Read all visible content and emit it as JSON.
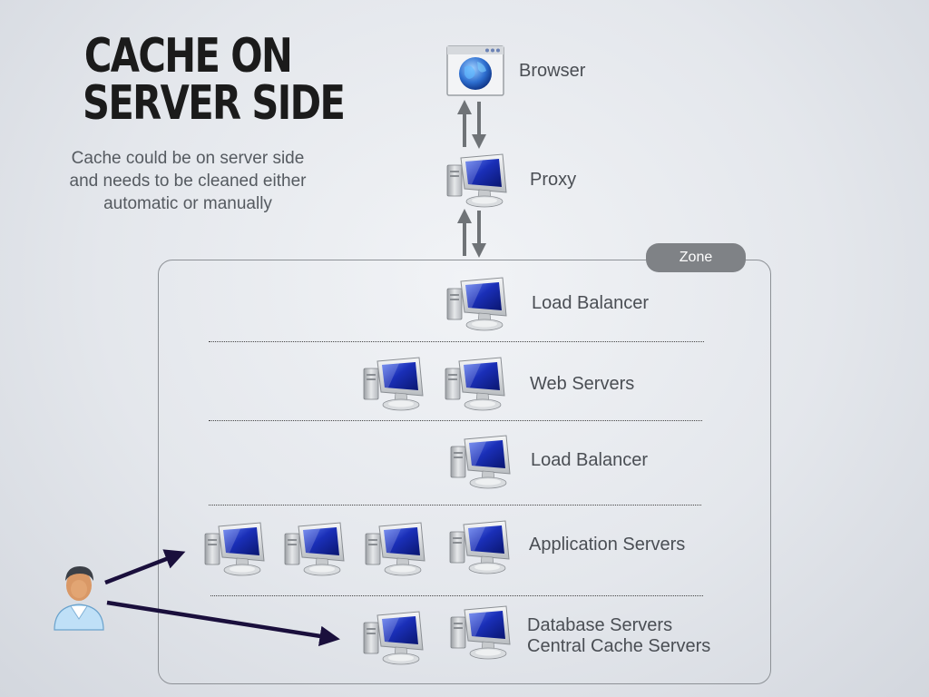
{
  "title": {
    "line1": "CACHE ON",
    "line2": "SERVER SIDE"
  },
  "subtitle": {
    "line1": "Cache could be on server side",
    "line2": "and needs to be cleaned either",
    "line3": "automatic or manually"
  },
  "nodes": {
    "browser": "Browser",
    "proxy": "Proxy",
    "load_balancer_1": "Load Balancer",
    "web_servers": "Web Servers",
    "load_balancer_2": "Load Balancer",
    "application_servers": "Application Servers",
    "database_servers": "Database Servers",
    "central_cache_servers": "Central Cache Servers"
  },
  "zone": {
    "label": "Zone"
  },
  "colors": {
    "screen_blue": "#1a2fb8",
    "arrow_dark": "#1a0f3c",
    "arrow_gray": "#6f7377",
    "zone_badge": "#7f8286"
  },
  "icons": {
    "browser": "globe-browser-window-icon",
    "server": "computer-monitor-tower-icon",
    "user": "person-icon"
  }
}
